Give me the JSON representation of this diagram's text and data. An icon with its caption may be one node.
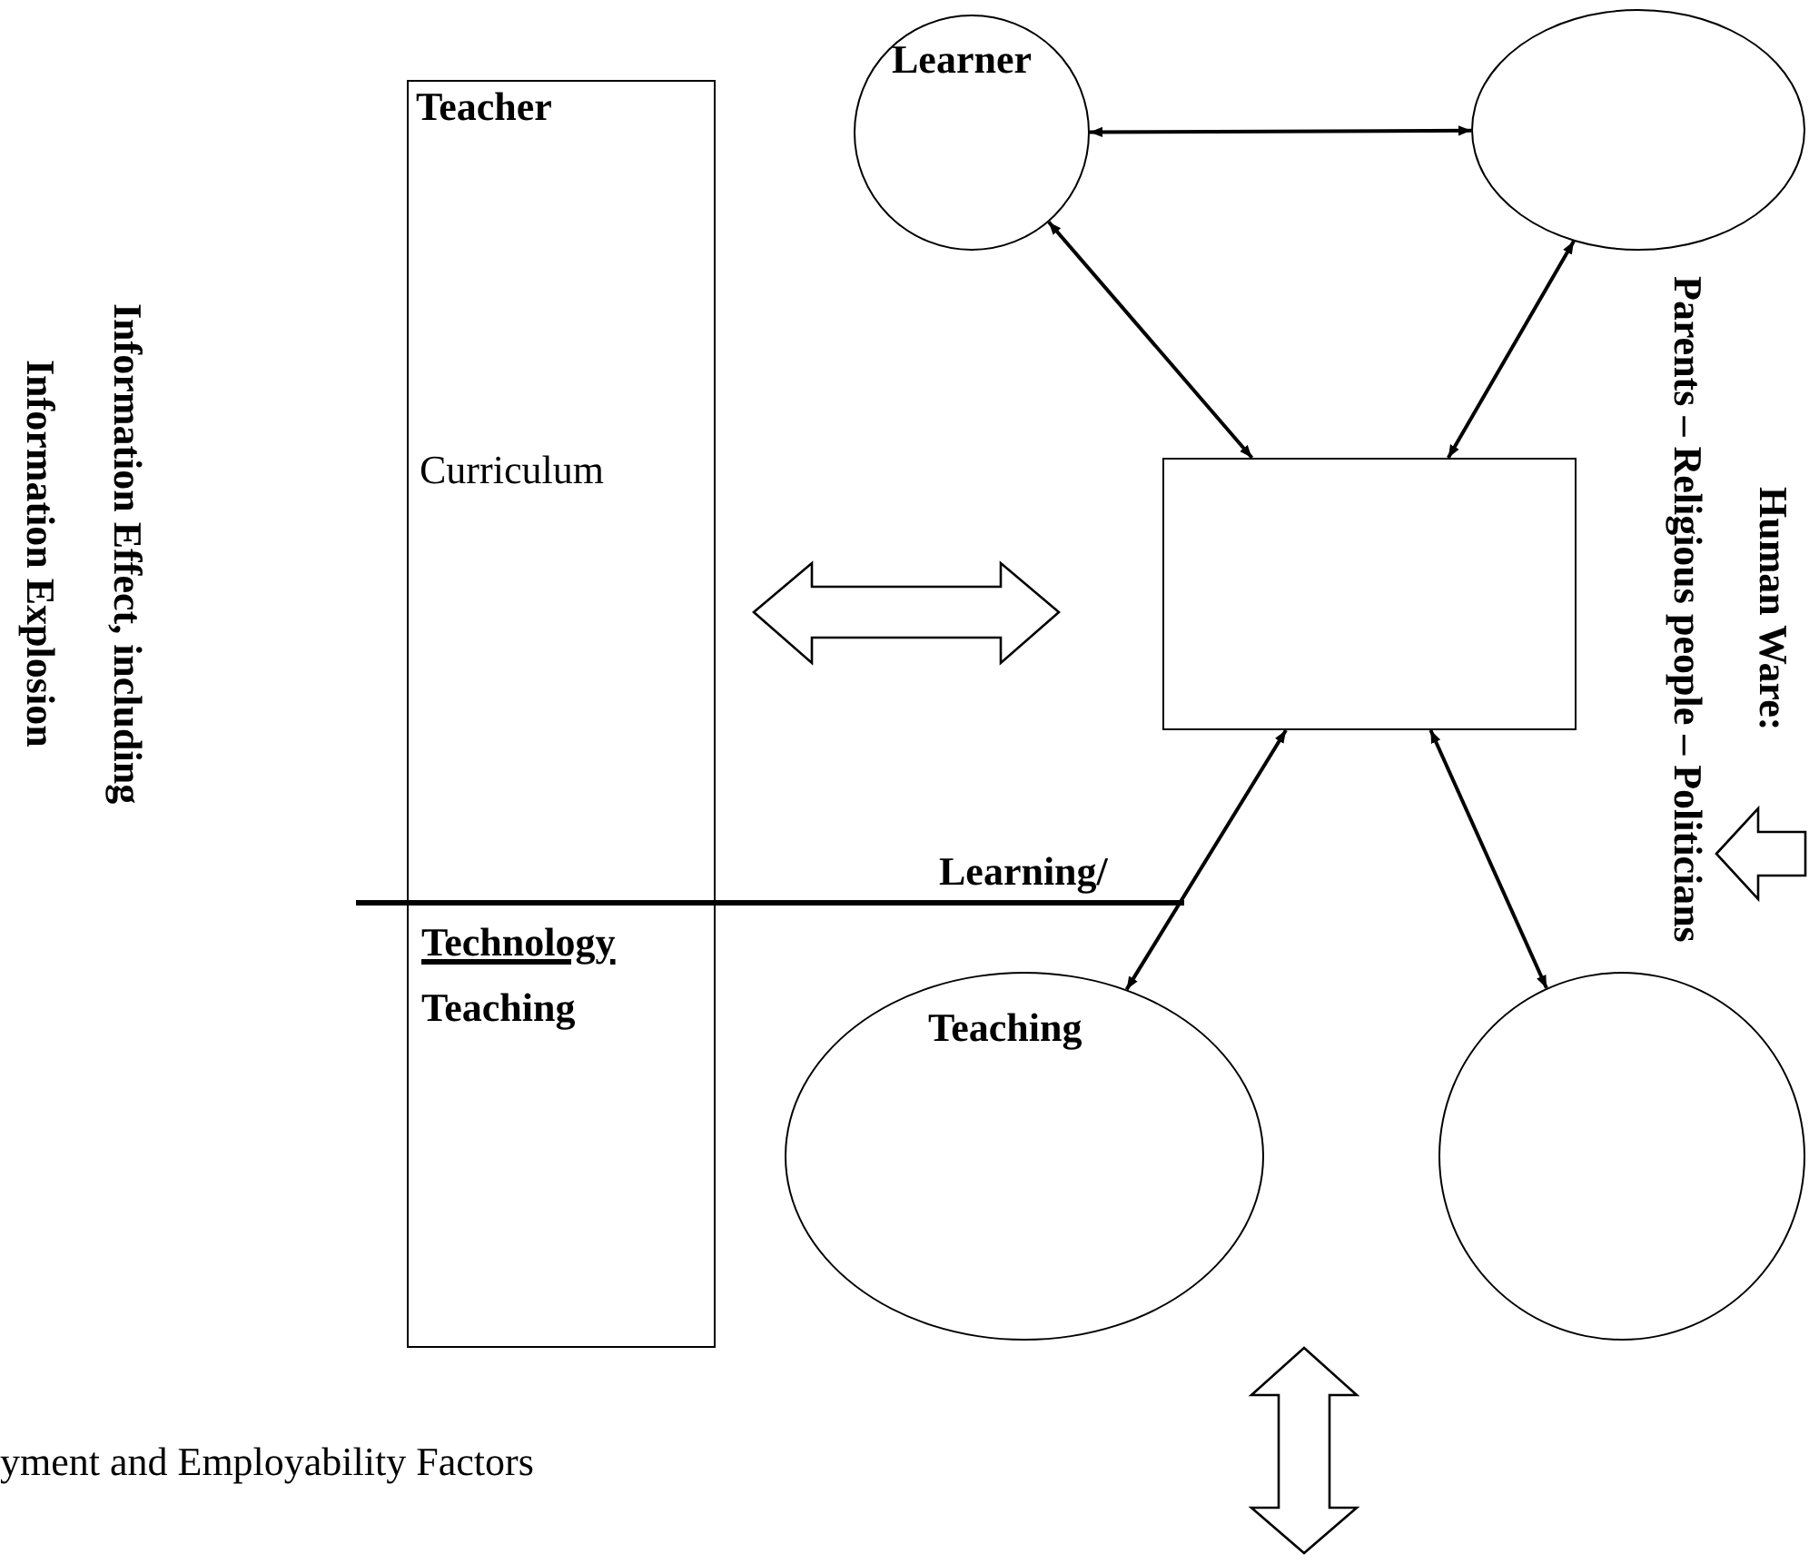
{
  "diagram": {
    "nodes": [
      {
        "text": [
          "Teacher",
          "Curriculum"
        ]
      },
      {
        "text": [
          "Learner"
        ]
      },
      {
        "text": [],
        "shape": "circle"
      },
      {
        "text": [],
        "shape": "box"
      },
      {
        "text": [
          "Teaching"
        ]
      },
      {
        "text": [],
        "shape": "circle"
      }
    ],
    "edges": [
      {
        "from": 1,
        "to": 2,
        "arrow": "both"
      },
      {
        "from": 1,
        "to": 3,
        "arrow": "both"
      },
      {
        "from": 2,
        "to": 3,
        "arrow": "both"
      },
      {
        "from": 3,
        "to": 4,
        "arrow": "both"
      },
      {
        "from": 3,
        "to": 5,
        "arrow": "both"
      }
    ],
    "labels": [
      "Information Effect, including",
      "Information Explosion",
      "Human Ware:",
      "Parents – Religious people – Politicians",
      "Learning/",
      "Technology",
      "Teaching",
      "yment and Employability Factors"
    ]
  }
}
